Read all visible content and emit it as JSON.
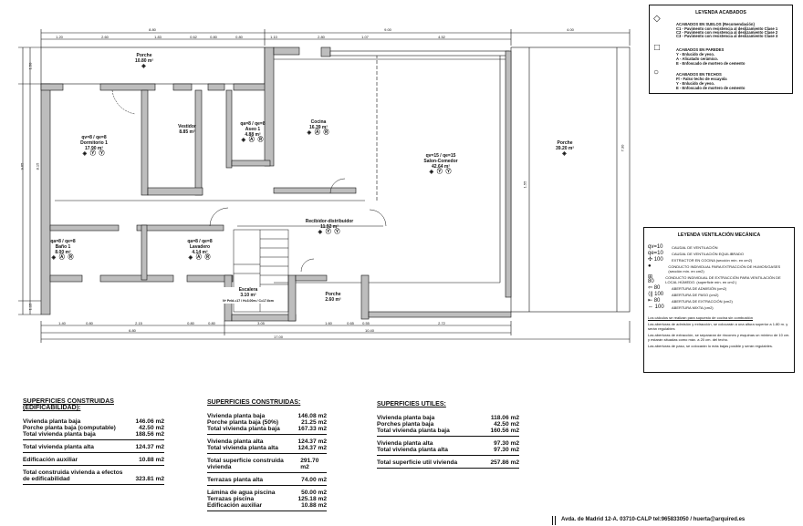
{
  "plan": {
    "rooms": [
      {
        "name": "Porche",
        "area": "10.80 m²",
        "symbols": "◈"
      },
      {
        "name": "Dormitorio 1",
        "area": "17.90 m²",
        "flow": "qv=8 / qe=8",
        "symbols": "◈ Ⓨ Ⓨ"
      },
      {
        "name": "Vestidor",
        "area": "8.85 m²"
      },
      {
        "name": "Aseo 1",
        "area": "4.88 m²",
        "flow": "qa=8 / qe=8",
        "symbols": "◈ Ⓐ Ⓡ"
      },
      {
        "name": "Cocina",
        "area": "16.39 m²",
        "symbols": "◈ Ⓐ Ⓡ"
      },
      {
        "name": "Salon-Comedor",
        "area": "42.64 m²",
        "flow": "qv=15 / qe=15",
        "symbols": "◈ Ⓨ Ⓨ"
      },
      {
        "name": "Porche",
        "area": "39.20 m²",
        "symbols": "◈"
      },
      {
        "name": "Baño 1",
        "area": "8.00 m²",
        "flow": "qa=8 / qe=8",
        "symbols": "◈ Ⓐ Ⓡ"
      },
      {
        "name": "Lavadero",
        "area": "4.14 m²",
        "flow": "qa=8 / qe=8",
        "symbols": "◈ Ⓐ Ⓡ"
      },
      {
        "name": "Recibidor-distribuidor",
        "area": "11.92 m²",
        "symbols": "◈ Ⓨ Ⓨ"
      },
      {
        "name": "Escalera",
        "area": "3.10 m²",
        "note": "Nº Peld.=17 / H=3.00m / C=17.6cm"
      },
      {
        "name": "Porche",
        "area": "2.60 m²"
      }
    ],
    "dims_top": [
      "1.20",
      "2.60",
      "1.83",
      "0.62",
      "0.80",
      "0.80",
      "1.10",
      "2.80",
      "1.07",
      "4.52",
      "4.00"
    ],
    "dims_top_total": [
      "8.80",
      "9.00"
    ],
    "dims_bottom": [
      "1.40",
      "0.80",
      "2.15",
      "0.80",
      "0.80",
      "3.05",
      "1.60",
      "0.65",
      "0.55",
      "2.72"
    ],
    "dims_bottom_total": [
      "6.80",
      "10.40",
      "17.00"
    ],
    "dims_left": [
      "1.50",
      "8.15",
      "9.65",
      "1.15"
    ],
    "dims_right": [
      "7.30",
      "1.55"
    ]
  },
  "legend_acabados": {
    "title": "LEYENDA ACABADOS",
    "sections": [
      {
        "icon": "diamond-icon",
        "title": "ACABADOS EN SUELOS (Recomendación)",
        "items": [
          "C1 - Pavimento con resistencia al deslizamiento Clase 1",
          "C2 - Pavimento con resistencia al deslizamiento Clase 2",
          "C3 - Pavimento con resistencia al deslizamiento Clase 3"
        ]
      },
      {
        "icon": "square-icon",
        "title": "ACABADOS EN PAREDES",
        "items": [
          "Y  - Enlucido de yeso.",
          "A  - Alicatado cerámico.",
          "E  - Enfoscado de mortero de cemento"
        ]
      },
      {
        "icon": "circle-icon",
        "title": "ACABADOS EN TECHOS",
        "items": [
          "Fl - Falso techo de escayola",
          "Y  - Enlucido de yeso.",
          "E  - Enfoscado de mortero de cemento"
        ]
      }
    ]
  },
  "legend_ventilacion": {
    "title": "LEYENDA VENTILACIÓN MECÁNICA",
    "items": [
      {
        "icon": "qv=10",
        "text": "CAUDAL DE VENTILACIÓN"
      },
      {
        "icon": "qe=10",
        "text": "CAUDAL DE VENTILACIÓN EQUILIBRADO"
      },
      {
        "icon": "✣ 100",
        "text": "EXTRACTOR EN COCINA (sección mín. en cm2)"
      },
      {
        "icon": "●",
        "text": "CONDUCTO INDIVIDUAL PARA EXTRACCIÓN DE HUMOS/GASES (sección mín. en cm2)"
      },
      {
        "icon": "⊞ 80",
        "text": "CONDUCTO INDIVIDUAL DE EXTRACCIÓN PARA VENTILACIÓN DE LOCAL HÚMEDO. (superficie mín. en cm2.)"
      },
      {
        "icon": "⇦ 80",
        "text": "ABERTURA DE ADMISIÓN (cm2)"
      },
      {
        "icon": "⟨|| 100",
        "text": "ABERTURA DE PASO (cm2)"
      },
      {
        "icon": "⇤ 80",
        "text": "ABERTURA DE EXTRACCIÓN (cm2)"
      },
      {
        "icon": "⇔ 100",
        "text": "ABERTURA MIXTA (cm2)"
      }
    ],
    "notes_title": "Los cálculos se realizan para supuesto de cocina sin combustión",
    "notes": [
      "Las aberturas de admisión y extracción, se colocarán a una altura superior a 1.80 m. y serán regulables",
      "Las aberturas de extracción, se separaran de rincones y esquinas un mínimo de 10 cm. y estarán situadas como máx. a 20 cm. del techo.",
      "Las aberturas de paso, se colocarán lo más bajas posible y serán regulables."
    ]
  },
  "tables": [
    {
      "title": "SUPERFICIES CONSTRUIDAS (EDIFICABILIDAD):",
      "groups": [
        [
          [
            "Vivienda planta baja",
            "146.06 m2"
          ],
          [
            "Porche planta baja (computable)",
            "42.50 m2"
          ],
          [
            "Total vivienda planta baja",
            "188.56 m2"
          ]
        ],
        [
          [
            "Total vivienda planta alta",
            "124.37 m2"
          ]
        ],
        [
          [
            "Edificación auxiliar",
            "10.88 m2"
          ]
        ],
        [
          [
            "Total construida vivienda a efectos de edificabilidad",
            "323.81 m2"
          ]
        ]
      ]
    },
    {
      "title": "SUPERFICIES CONSTRUIDAS:",
      "groups": [
        [
          [
            "Vivienda planta baja",
            "146.08 m2"
          ],
          [
            "Porche planta baja (50%)",
            "21.25 m2"
          ],
          [
            "Total vivienda planta baja",
            "167.33 m2"
          ]
        ],
        [
          [
            "Vivienda planta alta",
            "124.37 m2"
          ],
          [
            "Total vivienda planta alta",
            "124.37 m2"
          ]
        ],
        [
          [
            "Total superficie construida vivienda",
            "291.70 m2"
          ]
        ],
        [
          [
            "Terrazas planta alta",
            "74.00 m2"
          ]
        ],
        [
          [
            "Lámina de agua piscina",
            "50.00 m2"
          ],
          [
            "Terrazas piscina",
            "125.18 m2"
          ],
          [
            "Edificación auxiliar",
            "10.88 m2"
          ]
        ]
      ]
    },
    {
      "title": "SUPERFICIES UTILES:",
      "groups": [
        [
          [
            "Vivienda planta baja",
            "118.06 m2"
          ],
          [
            "Porches planta baja",
            "42.50 m2"
          ],
          [
            "Total vivienda planta baja",
            "160.56 m2"
          ]
        ],
        [
          [
            "Vivienda planta alta",
            "97.30 m2"
          ],
          [
            "Total vivienda planta alta",
            "97.30 m2"
          ]
        ],
        [
          [
            "Total superficie util vivienda",
            "257.86 m2"
          ]
        ]
      ]
    }
  ],
  "footer": {
    "address": "Avda. de Madrid 12-A. 03710-CALP   tel:965833050 / huerta@arquired.es"
  }
}
